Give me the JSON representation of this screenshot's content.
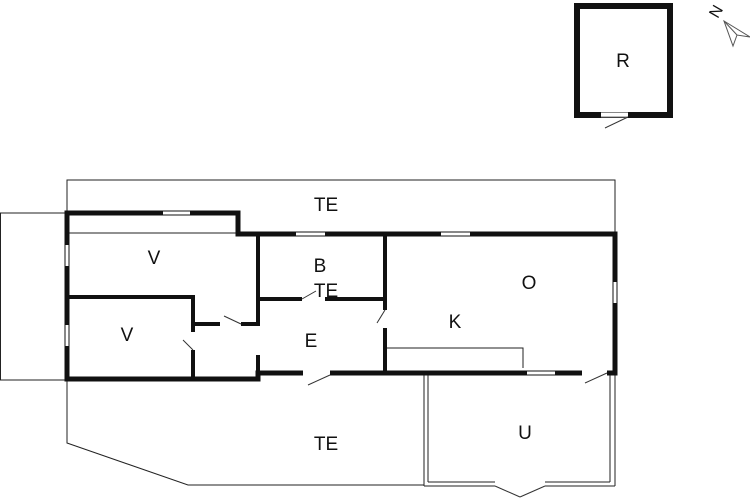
{
  "rooms": {
    "shed": "R",
    "terrace_top": "TE",
    "bedroom_1": "V",
    "bedroom_2": "V",
    "bathroom": "B",
    "bathroom_sub": "TE",
    "entrance": "E",
    "kitchen": "K",
    "living": "O",
    "terrace_bottom": "TE",
    "veranda": "U"
  },
  "compass": {
    "label": "N"
  },
  "colors": {
    "wall": "#111111",
    "background": "#ffffff"
  }
}
